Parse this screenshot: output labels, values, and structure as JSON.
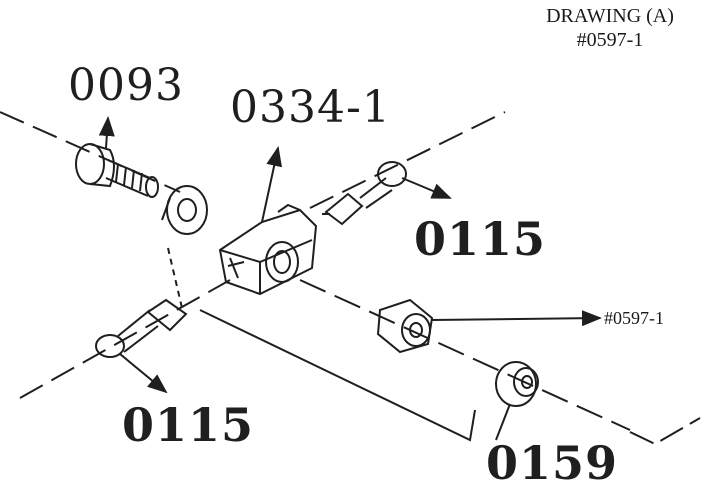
{
  "title": {
    "line1": "DRAWING (A)",
    "line2": "#0597-1"
  },
  "callouts": {
    "bolt": "0093",
    "body": "0334-1",
    "end_right": "0115",
    "end_left": "0115",
    "spacer": "0159",
    "bushing_ref": "#0597-1"
  },
  "style": {
    "ink": "#1f1f1f",
    "paper": "#ffffff"
  }
}
